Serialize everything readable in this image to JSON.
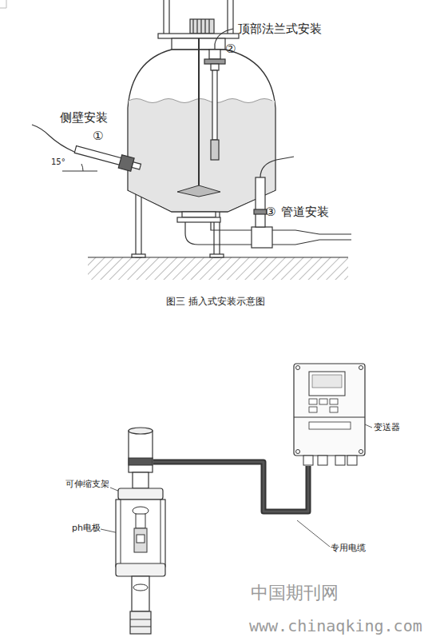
{
  "diagram": {
    "caption": "图三 插入式安装示意图",
    "nodes": [
      {
        "text": [
          "可伸缩支架"
        ]
      },
      {
        "text": [
          "变送器"
        ]
      }
    ],
    "edges": [
      {
        "from": 0,
        "to": 1,
        "arrow": "none",
        "label": "专用电缆"
      }
    ],
    "labels": [
      "侧壁安装",
      "①",
      "15°",
      "顶部法兰式安装",
      "②",
      "③",
      "管道安装",
      "ph电极",
      "中国期刊网",
      "www.chinaqking.com"
    ]
  }
}
